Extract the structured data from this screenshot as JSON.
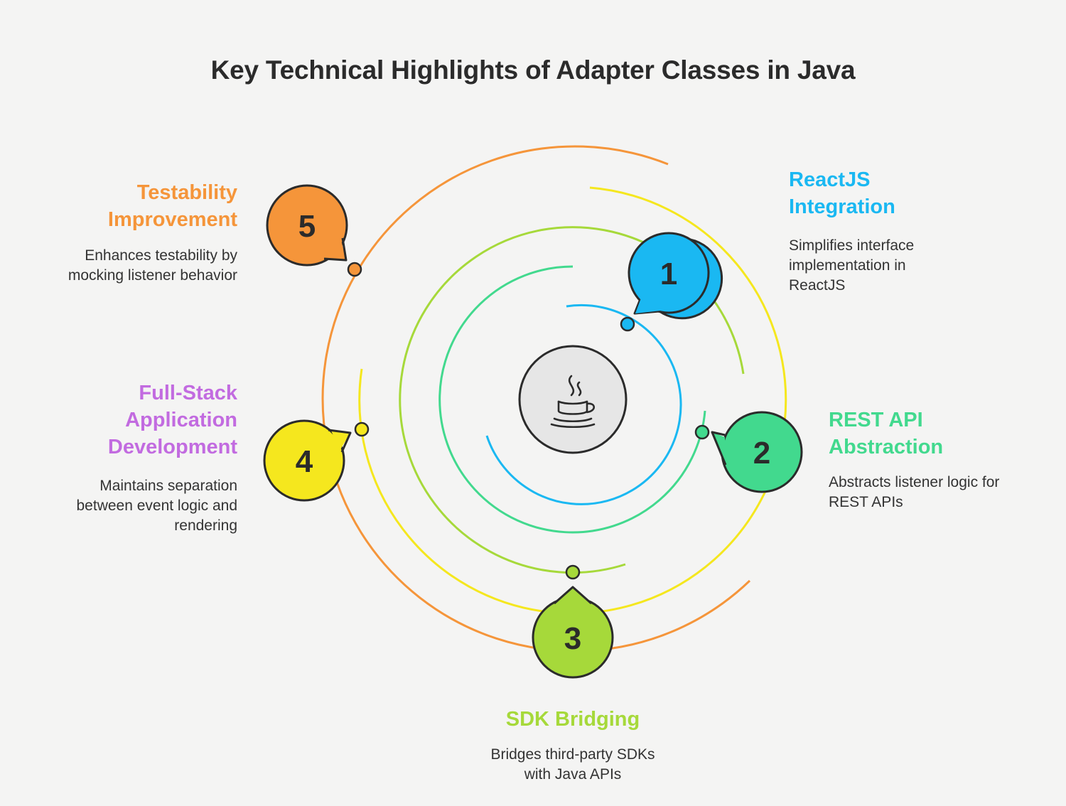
{
  "title": "Key Technical Highlights of Adapter Classes in Java",
  "center_icon": "java-coffee-cup-icon",
  "items": [
    {
      "number": "1",
      "heading": [
        "ReactJS",
        "Integration"
      ],
      "description": [
        "Simplifies interface",
        "implementation in",
        "ReactJS"
      ],
      "color": "#1ab8f2"
    },
    {
      "number": "2",
      "heading": [
        "REST API",
        "Abstraction"
      ],
      "description": [
        "Abstracts listener logic for",
        "REST APIs"
      ],
      "color": "#42d98e"
    },
    {
      "number": "3",
      "heading": [
        "SDK Bridging"
      ],
      "description": [
        "Bridges third-party SDKs",
        "with Java APIs"
      ],
      "color": "#a6d93a"
    },
    {
      "number": "4",
      "heading": [
        "Full-Stack",
        "Application",
        "Development"
      ],
      "description": [
        "Maintains separation",
        "between event logic and",
        "rendering"
      ],
      "color": "#f5e71e"
    },
    {
      "number": "5",
      "heading": [
        "Testability",
        "Improvement"
      ],
      "description": [
        "Enhances testability by",
        "mocking listener behavior"
      ],
      "color": "#f5953a"
    }
  ],
  "heading_colors": {
    "1": "#1ab8f2",
    "2": "#42d98e",
    "3": "#a6d93a",
    "4": "#c26be0",
    "5": "#f5953a"
  }
}
